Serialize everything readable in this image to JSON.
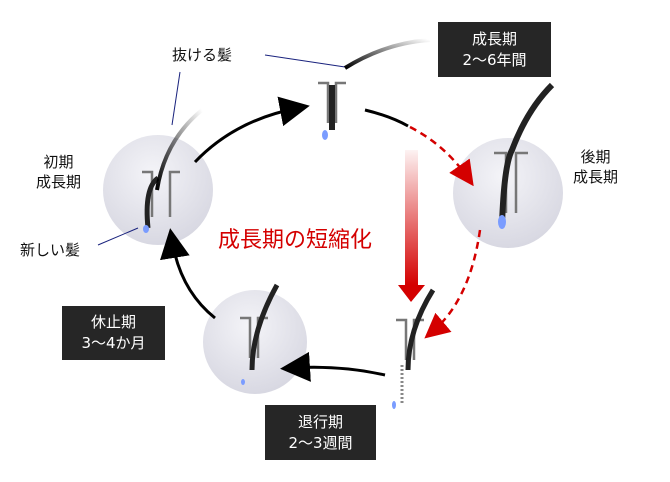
{
  "labels": {
    "falling_hair": "抜ける髪",
    "early_anagen": [
      "初期",
      "成長期"
    ],
    "new_hair": "新しい髪",
    "late_anagen": [
      "後期",
      "成長期"
    ],
    "shortening": "成長期の短縮化"
  },
  "boxes": {
    "anagen": [
      "成長期",
      "2〜6年間"
    ],
    "telogen": [
      "休止期",
      "3〜4か月"
    ],
    "catagen": [
      "退行期",
      "2〜3週間"
    ]
  },
  "colors": {
    "accent_red": "#d40000",
    "box_bg": "#262626",
    "bulb_blue": "#7a9cff"
  }
}
